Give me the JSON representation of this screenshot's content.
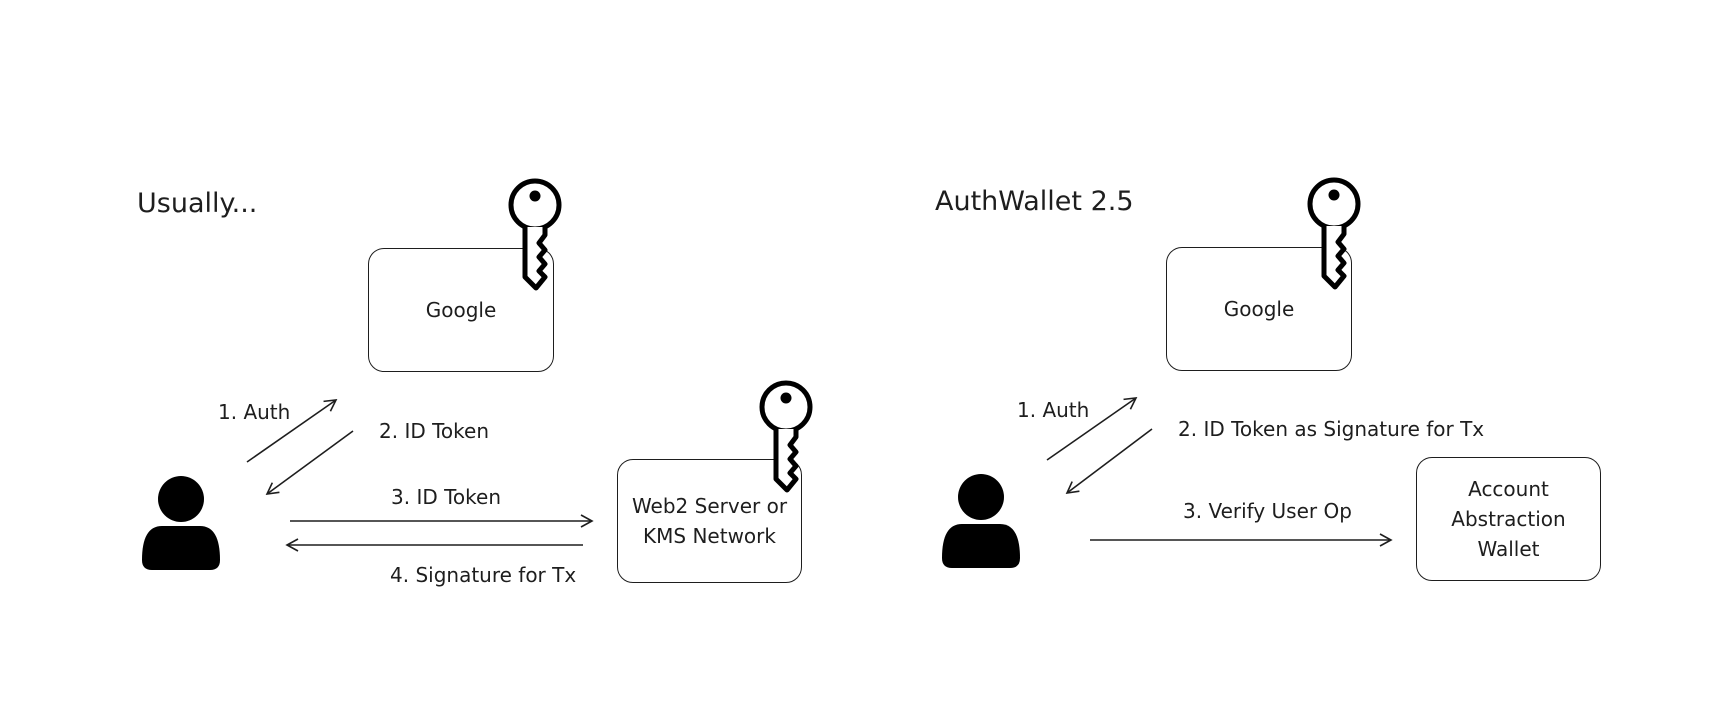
{
  "left_panel": {
    "title": "Usually...",
    "google_box": "Google",
    "server_box": [
      "Web2 Server or",
      "KMS Network"
    ],
    "arrows": {
      "auth": "1. Auth",
      "id_token_back": "2. ID Token",
      "id_token_forward": "3. ID Token",
      "signature": "4. Signature for Tx"
    }
  },
  "right_panel": {
    "title": "AuthWallet 2.5",
    "google_box": "Google",
    "wallet_box": [
      "Account",
      "Abstraction",
      "Wallet"
    ],
    "arrows": {
      "auth": "1. Auth",
      "id_token_signature": "2. ID Token as Signature for Tx",
      "verify": "3. Verify User Op"
    }
  },
  "icons": [
    "user-icon",
    "key-icon"
  ],
  "colors": {
    "stroke": "#1e1e1e",
    "background": "#ffffff"
  }
}
